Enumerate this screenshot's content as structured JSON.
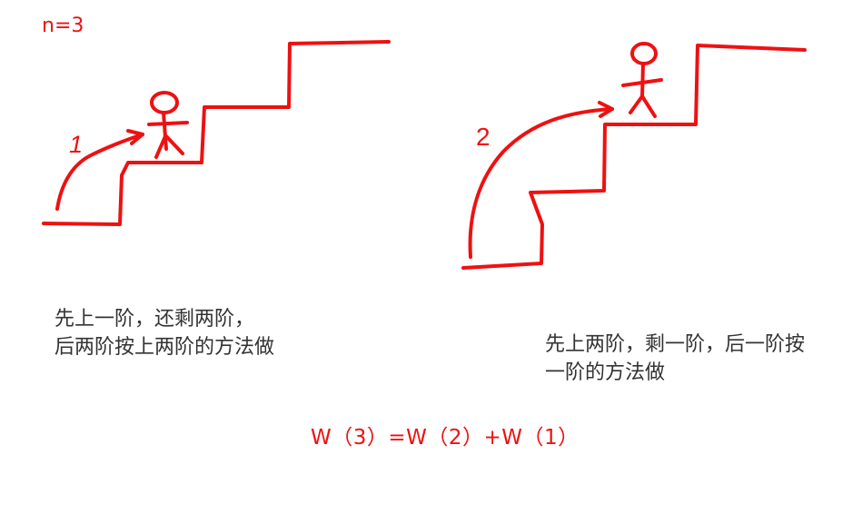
{
  "problem": {
    "n_label": "n=3"
  },
  "panels": [
    {
      "step_number": "1",
      "description_lines": [
        "先上一阶，还剩两阶，",
        "后两阶按上两阶的方法做"
      ]
    },
    {
      "step_number": "2",
      "description_lines": [
        "先上两阶，剩一阶，后一阶按",
        "一阶的方法做"
      ]
    }
  ],
  "formula": "W（3）=W（2）+W（1）",
  "colors": {
    "ink": "#ee1111",
    "text": "#333333"
  }
}
